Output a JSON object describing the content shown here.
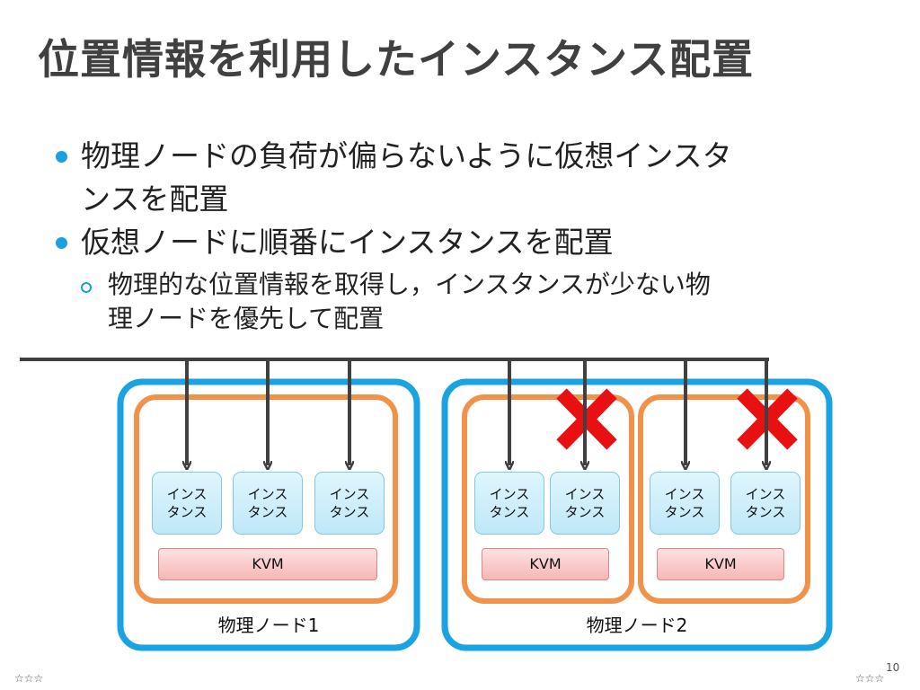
{
  "slide": {
    "title": "位置情報を利用したインスタンス配置",
    "bullets": [
      {
        "level": 1,
        "lines": [
          "物理ノードの負荷が偏らないように仮想インスタ",
          "ンスを配置"
        ]
      },
      {
        "level": 1,
        "lines": [
          "仮想ノードに順番にインスタンスを配置"
        ]
      },
      {
        "level": 2,
        "lines": [
          "物理的な位置情報を取得し，インスタンスが少ない物",
          "理ノードを優先して配置"
        ]
      }
    ],
    "page_number": "10",
    "footer_left": "☆☆☆",
    "footer_right": "☆☆☆"
  },
  "diagram": {
    "instance_label": [
      "インス",
      "タンス"
    ],
    "kvm_label": "KVM",
    "physical_nodes": [
      {
        "label": "物理ノード1"
      },
      {
        "label": "物理ノード2"
      }
    ],
    "colors": {
      "physical_border": "#1aa3e3",
      "virtual_border": "#f0924a",
      "arrow": "#404040",
      "cross": "#e81010"
    }
  }
}
